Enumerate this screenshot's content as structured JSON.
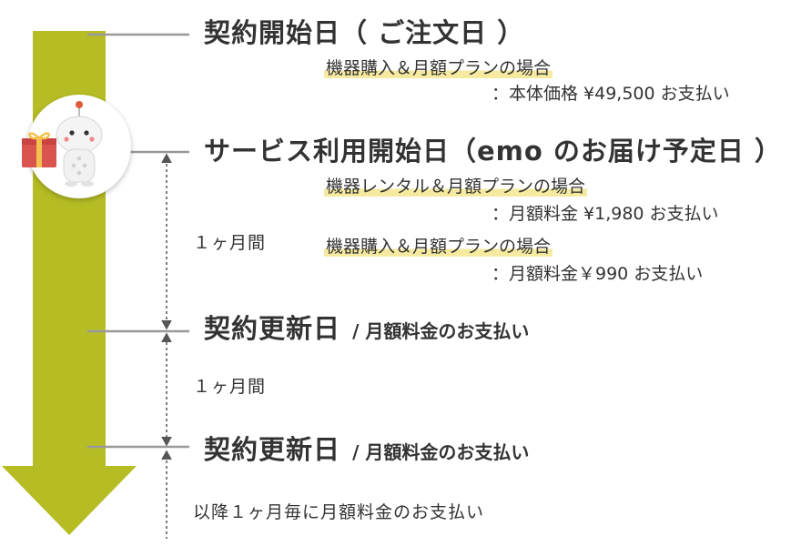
{
  "colors": {
    "arrow": "#b6bd24",
    "tick": "#999999",
    "text": "#333333",
    "highlight": "#f6eaa0",
    "gift": "#d9534f",
    "ribbon": "#f2c14e"
  },
  "milestones": {
    "contract_start": {
      "title": "契約開始日（ ご注文日 ）",
      "plan_purchase": "機器購入＆月額プランの場合",
      "price_purchase": "：本体価格 ¥49,500 お支払い"
    },
    "service_start": {
      "title": "サービス利用開始日（emo のお届け予定日 ）",
      "plan_rental": "機器レンタル＆月額プランの場合",
      "price_rental": "：月額料金 ¥1,980 お支払い",
      "plan_purchase": "機器購入＆月額プランの場合",
      "price_purchase": "：月額料金￥990 お支払い"
    },
    "renewal_1": {
      "title": "契約更新日",
      "subtitle": "/ 月額料金のお支払い"
    },
    "renewal_2": {
      "title": "契約更新日",
      "subtitle": "/ 月額料金のお支払い"
    }
  },
  "intervals": {
    "first": "１ヶ月間",
    "second": "１ヶ月間"
  },
  "footer_note": "以降１ヶ月毎に月額料金のお支払い",
  "icons": {
    "robot": "emo-robot-icon",
    "gift": "gift-box-icon"
  }
}
